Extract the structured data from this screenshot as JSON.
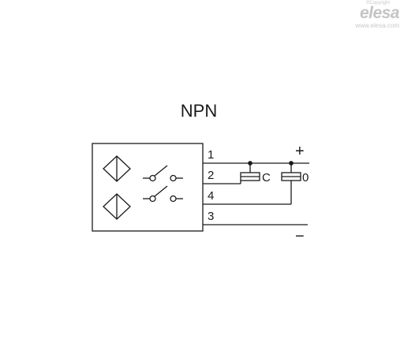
{
  "watermark": {
    "copyright": "©Copyright",
    "logo": "elesa",
    "url": "www.elesa.com"
  },
  "diagram": {
    "title": "NPN",
    "pins": [
      "1",
      "2",
      "4",
      "3"
    ],
    "load_labels": [
      "C",
      "0"
    ],
    "polarity": {
      "positive": "+",
      "negative": "−"
    }
  }
}
